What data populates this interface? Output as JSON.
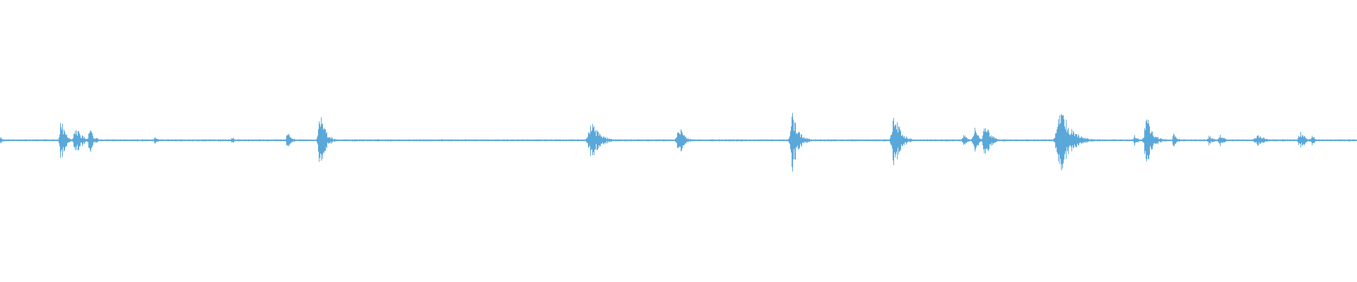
{
  "waveform": {
    "color": "#5aa7d9",
    "background": "#ffffff",
    "baseline_amplitude": 0.012,
    "bursts": [
      {
        "position": 0.0,
        "amplitude": 0.05,
        "width": 0.003
      },
      {
        "position": 0.045,
        "amplitude": 0.28,
        "width": 0.004
      },
      {
        "position": 0.056,
        "amplitude": 0.18,
        "width": 0.006
      },
      {
        "position": 0.066,
        "amplitude": 0.16,
        "width": 0.004
      },
      {
        "position": 0.114,
        "amplitude": 0.05,
        "width": 0.003
      },
      {
        "position": 0.171,
        "amplitude": 0.04,
        "width": 0.003
      },
      {
        "position": 0.212,
        "amplitude": 0.1,
        "width": 0.004
      },
      {
        "position": 0.236,
        "amplitude": 0.38,
        "width": 0.005
      },
      {
        "position": 0.436,
        "amplitude": 0.24,
        "width": 0.008
      },
      {
        "position": 0.5,
        "amplitude": 0.21,
        "width": 0.005
      },
      {
        "position": 0.584,
        "amplitude": 0.36,
        "width": 0.006
      },
      {
        "position": 0.659,
        "amplitude": 0.38,
        "width": 0.006
      },
      {
        "position": 0.71,
        "amplitude": 0.1,
        "width": 0.003
      },
      {
        "position": 0.718,
        "amplitude": 0.16,
        "width": 0.004
      },
      {
        "position": 0.726,
        "amplitude": 0.24,
        "width": 0.005
      },
      {
        "position": 0.782,
        "amplitude": 0.4,
        "width": 0.01
      },
      {
        "position": 0.836,
        "amplitude": 0.08,
        "width": 0.003
      },
      {
        "position": 0.845,
        "amplitude": 0.3,
        "width": 0.006
      },
      {
        "position": 0.865,
        "amplitude": 0.12,
        "width": 0.003
      },
      {
        "position": 0.891,
        "amplitude": 0.06,
        "width": 0.004
      },
      {
        "position": 0.899,
        "amplitude": 0.08,
        "width": 0.004
      },
      {
        "position": 0.927,
        "amplitude": 0.07,
        "width": 0.008
      },
      {
        "position": 0.958,
        "amplitude": 0.12,
        "width": 0.005
      },
      {
        "position": 0.967,
        "amplitude": 0.08,
        "width": 0.003
      }
    ]
  }
}
